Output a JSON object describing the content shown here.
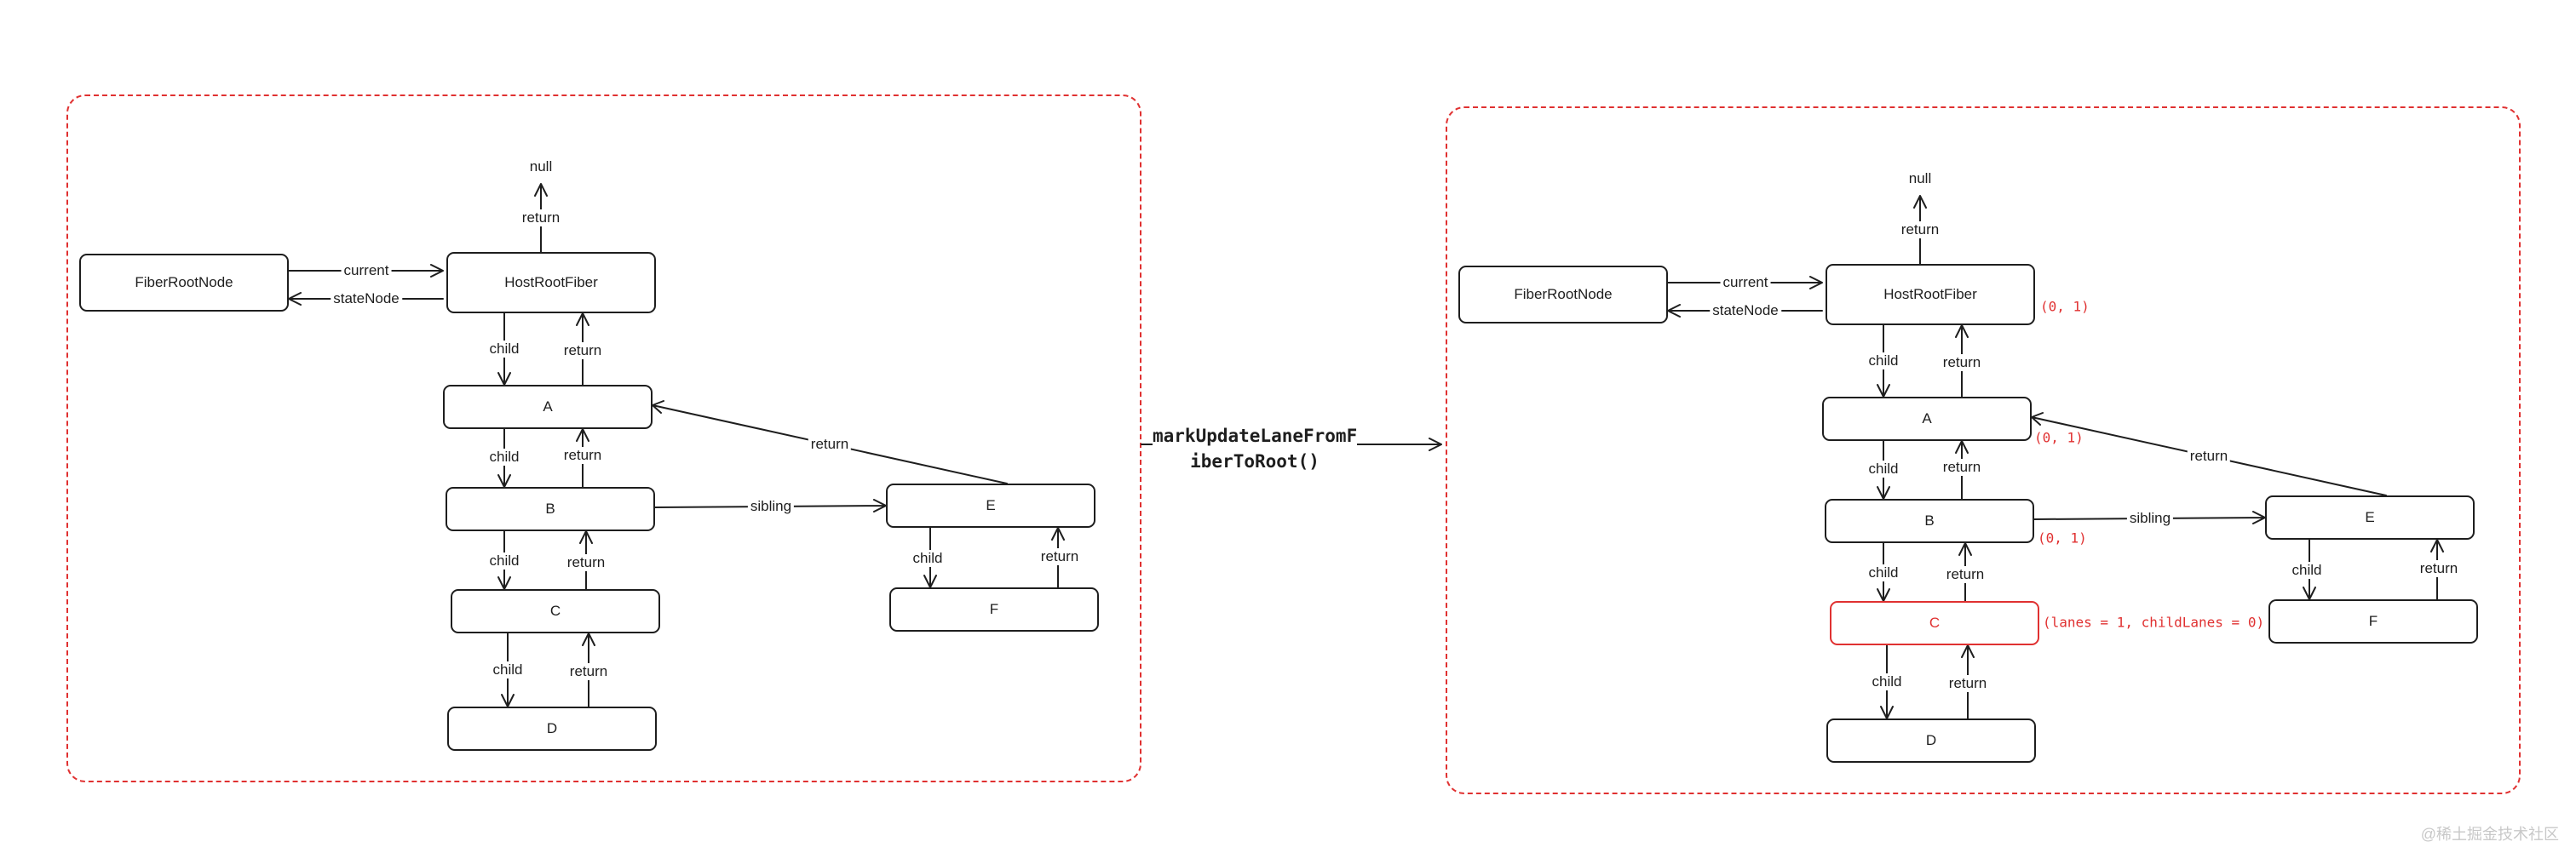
{
  "transition": {
    "label_line1": "markUpdateLaneFromF",
    "label_line2": "iberToRoot()"
  },
  "left": {
    "nodes": {
      "fiber_root": "FiberRootNode",
      "host_root": "HostRootFiber",
      "a": "A",
      "b": "B",
      "c": "C",
      "d": "D",
      "e": "E",
      "f": "F"
    },
    "labels": {
      "null": "null",
      "root_return": "return",
      "current": "current",
      "state_node": "stateNode",
      "hr_child": "child",
      "hr_return": "return",
      "a_child": "child",
      "a_return": "return",
      "b_child": "child",
      "b_return": "return",
      "c_child": "child",
      "c_return": "return",
      "e_child": "child",
      "e_return": "return",
      "sibling": "sibling",
      "e_to_a_return": "return"
    }
  },
  "right": {
    "nodes": {
      "fiber_root": "FiberRootNode",
      "host_root": "HostRootFiber",
      "a": "A",
      "b": "B",
      "c": "C",
      "d": "D",
      "e": "E",
      "f": "F"
    },
    "labels": {
      "null": "null",
      "root_return": "return",
      "current": "current",
      "state_node": "stateNode",
      "hr_child": "child",
      "hr_return": "return",
      "a_child": "child",
      "a_return": "return",
      "b_child": "child",
      "b_return": "return",
      "c_child": "child",
      "c_return": "return",
      "e_child": "child",
      "e_return": "return",
      "sibling": "sibling",
      "e_to_a_return": "return"
    },
    "annotations": {
      "host_root": "(0, 1)",
      "a": "(0, 1)",
      "b": "(0, 1)",
      "c": "(lanes = 1, childLanes = 0)"
    }
  },
  "watermark": "@稀土掘金技术社区",
  "colors": {
    "highlight": "#e03131",
    "stroke": "#1e1e1e"
  }
}
